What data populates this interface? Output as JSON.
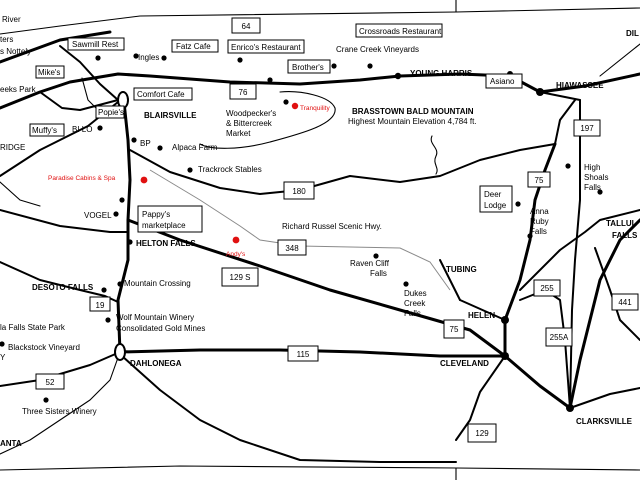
{
  "map": {
    "routes": [
      "64",
      "76",
      "197",
      "75",
      "180",
      "348",
      "129 S",
      "19",
      "115",
      "52",
      "255",
      "255A",
      "441",
      "129",
      "75"
    ],
    "towns": {
      "blairsville": "BLAIRSVILLE",
      "young_harris": "YOUNG HARRIS",
      "hiawassee": "HIAWASSEE",
      "helen": "HELEN",
      "cleveland": "CLEVELAND",
      "clarksville": "CLARKSVILLE",
      "dahlonega": "DAHLONEGA",
      "helton_falls": "HELTON FALLS",
      "desoto_falls": "DESOTO FALLS",
      "tubing": "TUBING",
      "bi_lo": "BI LO",
      "vogel": "VOGEL",
      "bp": "BP",
      "ingles": "Ingles",
      "ridge_partial": "RIDGE",
      "dil_partial": "DIL",
      "tallul_partial": "TALLUL",
      "falls_partial": "FALLS",
      "anta_partial": "ANTA"
    },
    "mountain": {
      "name": "BRASSTOWN BALD MOUNTAIN",
      "subtitle": "Highest Mountain Elevation 4,784 ft."
    },
    "places": {
      "river_partial": "River",
      "ters_partial": "ters",
      "nottely_partial": "s Nottely",
      "eeks_park_partial": "eeks Park",
      "sawmill_rest": "Sawmill Rest",
      "fatz_cafe": "Fatz Cafe",
      "enricos": "Enrico's Restaurant",
      "crossroads": "Crossroads Restaurant",
      "crane_creek": "Crane Creek Vineyards",
      "brothers": "Brother's",
      "mikes": "Mike's",
      "comfort_cafe": "Comfort Cafe",
      "popies": "Popie's",
      "muffys": "Muffy's",
      "woodpeckers": "Woodpecker's",
      "bittercreek": "& Bittercreek",
      "market": "Market",
      "tranquility": "Tranquility",
      "asiano": "Asiano",
      "alpaca": "Alpaca Farm",
      "trackrock": "Trackrock Stables",
      "paradise": "Paradise Cabins & Spa",
      "pappys_1": "Pappy's",
      "pappys_2": "marketplace",
      "andys": "Andy's",
      "richard_russel": "Richard Russel Scenic Hwy.",
      "deer_lodge_1": "Deer",
      "deer_lodge_2": "Lodge",
      "high_shoals_1": "High",
      "high_shoals_2": "Shoals",
      "high_shoals_3": "Falls",
      "anna_ruby_1": "Anna",
      "anna_ruby_2": "Ruby",
      "anna_ruby_3": "Falls",
      "raven_cliff_1": "Raven Cliff",
      "raven_cliff_2": "Falls",
      "dukes_creek_1": "Dukes",
      "dukes_creek_2": "Creek",
      "dukes_creek_3": "Falls",
      "mountain_crossing": "Mountain Crossing",
      "wolf_mountain": "Wolf Mountain Winery",
      "consolidated": "Consolidated Gold Mines",
      "state_park_partial": "la Falls State Park",
      "blackstock": "Blackstock Vineyard",
      "three_sisters": "Three Sisters Winery",
      "y_partial": "Y"
    },
    "colors": {
      "roads": "#000000",
      "minor_roads": "#8a8a8a",
      "highlight_points": "#e01010",
      "background": "#ffffff"
    }
  }
}
